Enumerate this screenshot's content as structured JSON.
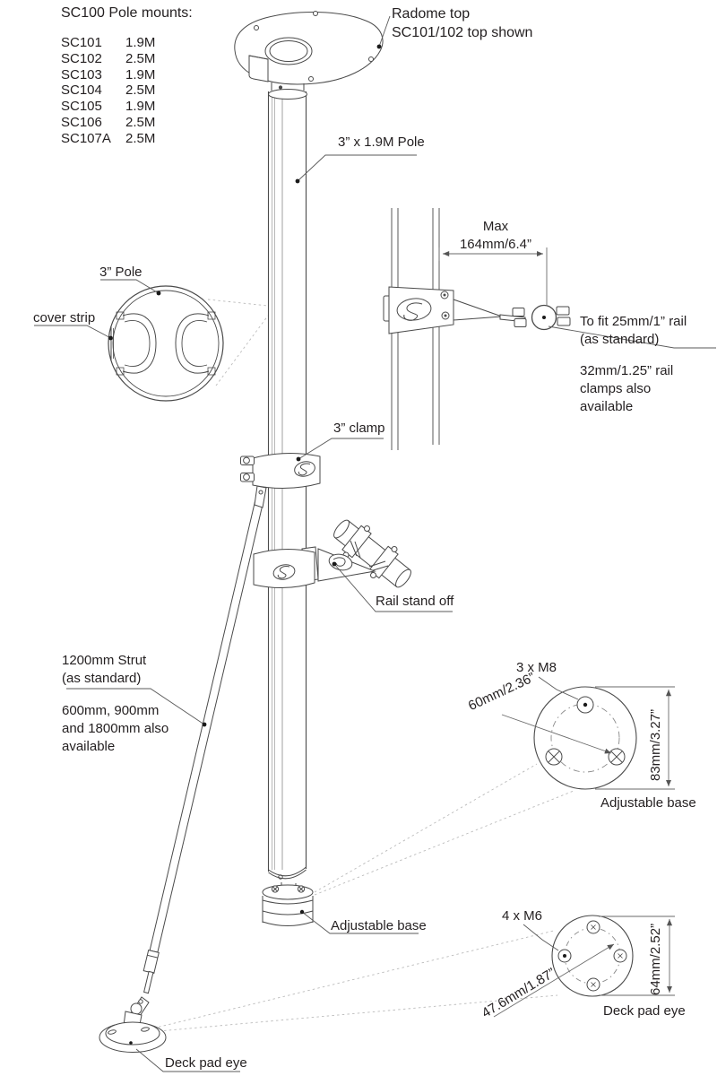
{
  "colors": {
    "background": "#ffffff",
    "line": "#4a4a4a",
    "text": "#231f20",
    "construction": "#bbbbbb"
  },
  "parts_list": {
    "title": "SC100 Pole mounts:",
    "rows": [
      {
        "model": "SC101",
        "length": "1.9M"
      },
      {
        "model": "SC102",
        "length": "2.5M"
      },
      {
        "model": "SC103",
        "length": "1.9M"
      },
      {
        "model": "SC104",
        "length": "2.5M"
      },
      {
        "model": "SC105",
        "length": "1.9M"
      },
      {
        "model": "SC106",
        "length": "2.5M"
      },
      {
        "model": "SC107A",
        "length": "2.5M"
      }
    ]
  },
  "callouts": {
    "radome": "Radome top\nSC101/102 top shown",
    "pole": "3” x 1.9M Pole",
    "pole_section": "3” Pole",
    "cover_strip": "cover strip",
    "clamp": "3” clamp",
    "rail_stand_off": "Rail stand off",
    "strut": "1200mm Strut\n(as standard)",
    "strut_options": "600mm, 900mm\nand 1800mm also\navailable",
    "adjustable_base": "Adjustable base",
    "deck_pad_eye": "Deck pad eye"
  },
  "rail_mount": {
    "max_label": "Max",
    "max_value": "164mm/6.4”",
    "fit": "To fit 25mm/1” rail\n(as standard)",
    "options": "32mm/1.25” rail\nclamps also\navailable"
  },
  "adjustable_base_detail": {
    "bolts": "3 x M8",
    "bolt_circle": "60mm/2.36”",
    "diameter": "83mm/3.27”",
    "label": "Adjustable base"
  },
  "deck_pad_eye_detail": {
    "bolts": "4 x M6",
    "bolt_circle": "47.6mm/1.87”",
    "diameter": "64mm/2.52”",
    "label": "Deck pad eye"
  }
}
